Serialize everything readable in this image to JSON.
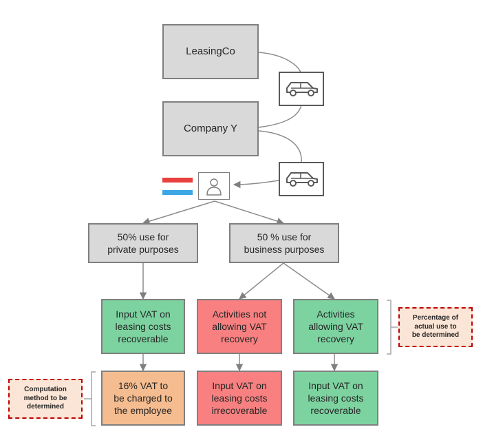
{
  "entities": {
    "lessor": "LeasingCo",
    "lessee": "Company Y"
  },
  "flag_colors": {
    "red": "#e8403d",
    "white": "#ffffff",
    "blue": "#3ba7e6"
  },
  "icons": {
    "car": "car-icon",
    "employee": "person-icon",
    "flag": "netherlands-flag-icon"
  },
  "usage": {
    "private": "50% use for\nprivate purposes",
    "business": "50 % use for\nbusiness purposes"
  },
  "activities": {
    "private_vat": "Input VAT on\nleasing costs\nrecoverable",
    "not_allowing": "Activities not\nallowing VAT\nrecovery",
    "allowing": "Activities\nallowing VAT\nrecovery"
  },
  "outcomes": {
    "employee_charge": "16% VAT to\nbe charged to\nthe employee",
    "irrecoverable": "Input VAT on\nleasing costs\nirrecoverable",
    "recoverable": "Input VAT on\nleasing costs\nrecoverable"
  },
  "notes": {
    "percentage": "Percentage of\nactual use to\nbe determined",
    "computation": "Computation\nmethod to be\ndetermined"
  },
  "colors": {
    "grey": "#d9d9d9",
    "green": "#7dd3a0",
    "red": "#f88080",
    "orange": "#f5bc8f",
    "note_fill": "#fbe5d6",
    "note_border": "#c00000"
  }
}
